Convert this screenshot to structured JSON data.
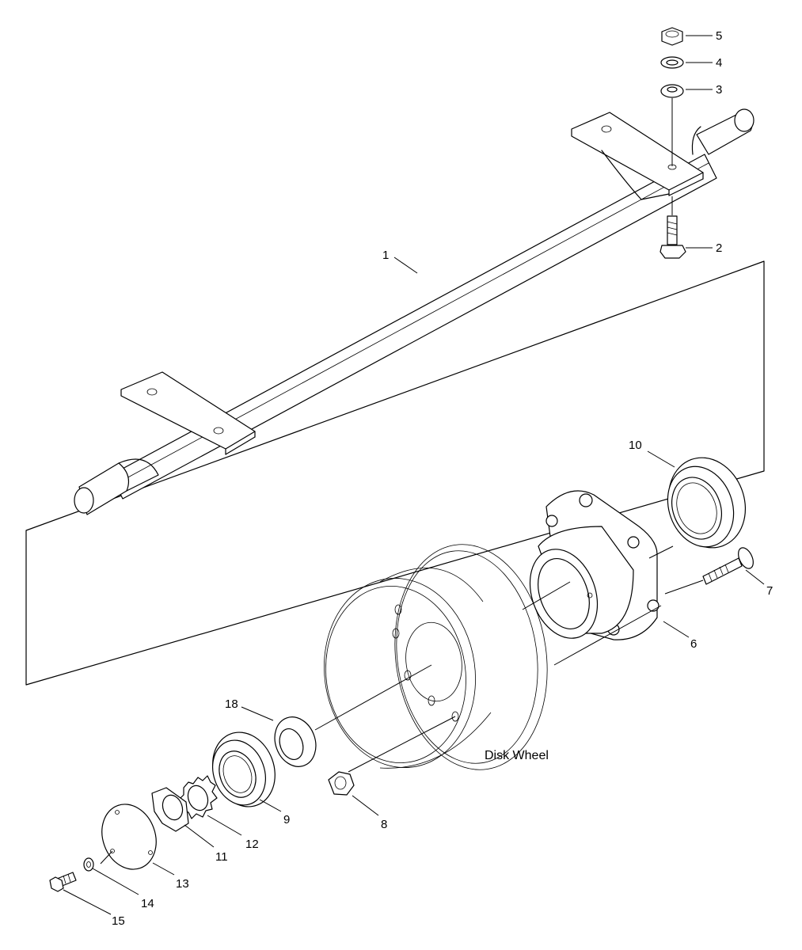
{
  "callouts": {
    "c1": "1",
    "c2": "2",
    "c3": "3",
    "c4": "4",
    "c5": "5",
    "c6": "6",
    "c7": "7",
    "c8": "8",
    "c9": "9",
    "c10": "10",
    "c11": "11",
    "c12": "12",
    "c13": "13",
    "c14": "14",
    "c15": "15",
    "c18": "18"
  },
  "wheel_label": "Disk Wheel"
}
